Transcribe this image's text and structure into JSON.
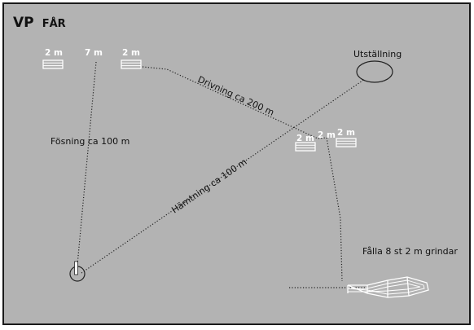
{
  "title": {
    "main": "VP",
    "suffix": "FÅR"
  },
  "labels": {
    "utstallning": "Utställning",
    "drivning": "Drivning  ca 200 m",
    "fosning": "Fösning  ca 100 m",
    "hamtning": "Hämtning ca 100 m",
    "falla": "Fålla 8 st 2 m grindar"
  },
  "measures": {
    "top_left_gate": "2 m",
    "start_distance": "7 m",
    "top_mid_gate": "2 m",
    "right_gate_1": "2 m",
    "right_gate_2": "2 m",
    "right_gate_3": "2 m"
  },
  "colors": {
    "background": "#b3b3b3",
    "border": "#1a1a1a",
    "path": "#222222",
    "gate": "#ffffff"
  }
}
